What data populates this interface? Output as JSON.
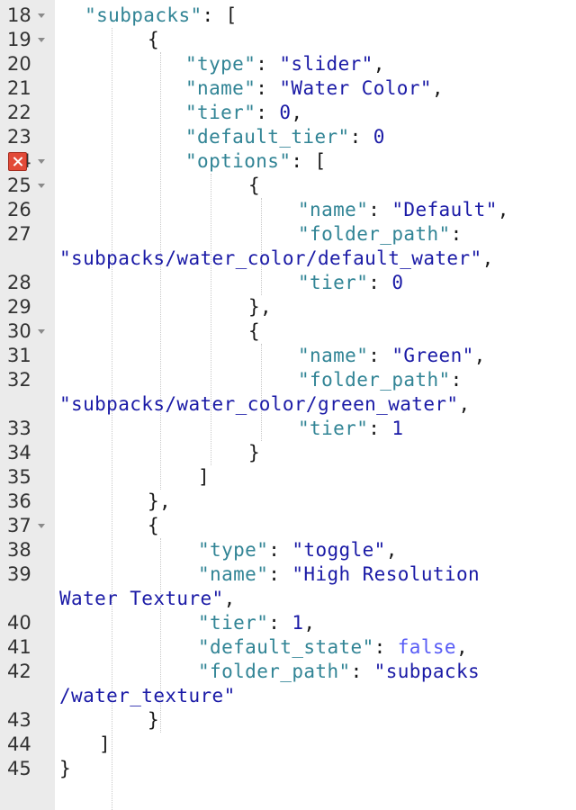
{
  "editor": {
    "gutter": {
      "line_numbers": [
        "18",
        "19",
        "20",
        "21",
        "22",
        "23",
        "24",
        "25",
        "26",
        "27",
        "28",
        "29",
        "30",
        "31",
        "32",
        "33",
        "34",
        "35",
        "36",
        "37",
        "38",
        "39",
        "40",
        "41",
        "42",
        "43",
        "44",
        "45"
      ],
      "fold_icon": "chevron-down-icon",
      "error_icon": "error-marker-icon",
      "error_line": "24"
    },
    "lines": [
      [
        [
          "p",
          "  "
        ],
        [
          "k",
          "\"subpacks\""
        ],
        [
          "p",
          ": ["
        ]
      ],
      [
        [
          "p",
          "{"
        ]
      ],
      [
        [
          "k",
          "\"type\""
        ],
        [
          "p",
          ": "
        ],
        [
          "s",
          "\"slider\""
        ],
        [
          "p",
          ","
        ]
      ],
      [
        [
          "k",
          "\"name\""
        ],
        [
          "p",
          ": "
        ],
        [
          "s",
          "\"Water Color\""
        ],
        [
          "p",
          ","
        ]
      ],
      [
        [
          "k",
          "\"tier\""
        ],
        [
          "p",
          ": "
        ],
        [
          "n",
          "0"
        ],
        [
          "p",
          ","
        ]
      ],
      [
        [
          "k",
          "\"default_tier\""
        ],
        [
          "p",
          ": "
        ],
        [
          "n",
          "0"
        ]
      ],
      [
        [
          "k",
          "\"options\""
        ],
        [
          "p",
          ": ["
        ]
      ],
      [
        [
          "p",
          "{"
        ]
      ],
      [
        [
          "k",
          "\"name\""
        ],
        [
          "p",
          ": "
        ],
        [
          "s",
          "\"Default\""
        ],
        [
          "p",
          ","
        ]
      ],
      [
        [
          "k",
          "\"folder_path\""
        ],
        [
          "p",
          ":"
        ]
      ],
      [
        [
          "s",
          "\"subpacks/water_color/default_water\""
        ],
        [
          "p",
          ","
        ]
      ],
      [
        [
          "k",
          "\"tier\""
        ],
        [
          "p",
          ": "
        ],
        [
          "n",
          "0"
        ]
      ],
      [
        [
          "p",
          "},"
        ]
      ],
      [
        [
          "p",
          "{"
        ]
      ],
      [
        [
          "k",
          "\"name\""
        ],
        [
          "p",
          ": "
        ],
        [
          "s",
          "\"Green\""
        ],
        [
          "p",
          ","
        ]
      ],
      [
        [
          "k",
          "\"folder_path\""
        ],
        [
          "p",
          ":"
        ]
      ],
      [
        [
          "s",
          "\"subpacks/water_color/green_water\""
        ],
        [
          "p",
          ","
        ]
      ],
      [
        [
          "k",
          "\"tier\""
        ],
        [
          "p",
          ": "
        ],
        [
          "n",
          "1"
        ]
      ],
      [
        [
          "p",
          "}"
        ]
      ],
      [
        [
          "p",
          "]"
        ]
      ],
      [
        [
          "p",
          "},"
        ]
      ],
      [
        [
          "p",
          "{"
        ]
      ],
      [
        [
          "k",
          "\"type\""
        ],
        [
          "p",
          ": "
        ],
        [
          "s",
          "\"toggle\""
        ],
        [
          "p",
          ","
        ]
      ],
      [
        [
          "k",
          "\"name\""
        ],
        [
          "p",
          ": "
        ],
        [
          "s",
          "\"High Resolution"
        ]
      ],
      [
        [
          "s",
          "Water Texture\""
        ],
        [
          "p",
          ","
        ]
      ],
      [
        [
          "k",
          "\"tier\""
        ],
        [
          "p",
          ": "
        ],
        [
          "n",
          "1"
        ],
        [
          "p",
          ","
        ]
      ],
      [
        [
          "k",
          "\"default_state\""
        ],
        [
          "p",
          ": "
        ],
        [
          "b",
          "false"
        ],
        [
          "p",
          ","
        ]
      ],
      [
        [
          "k",
          "\"folder_path\""
        ],
        [
          "p",
          ": "
        ],
        [
          "s",
          "\"subpacks"
        ]
      ],
      [
        [
          "s",
          "/water_texture\""
        ]
      ],
      [
        [
          "p",
          "}"
        ]
      ],
      [
        [
          "p",
          "]"
        ]
      ],
      [
        [
          "p",
          "}"
        ]
      ]
    ]
  },
  "colors": {
    "key": "#318495",
    "string": "#1a1aa6",
    "number": "#1a1aa6",
    "boolean": "#585cf6",
    "gutter_bg": "#ebebeb",
    "error": "#e24a38"
  }
}
